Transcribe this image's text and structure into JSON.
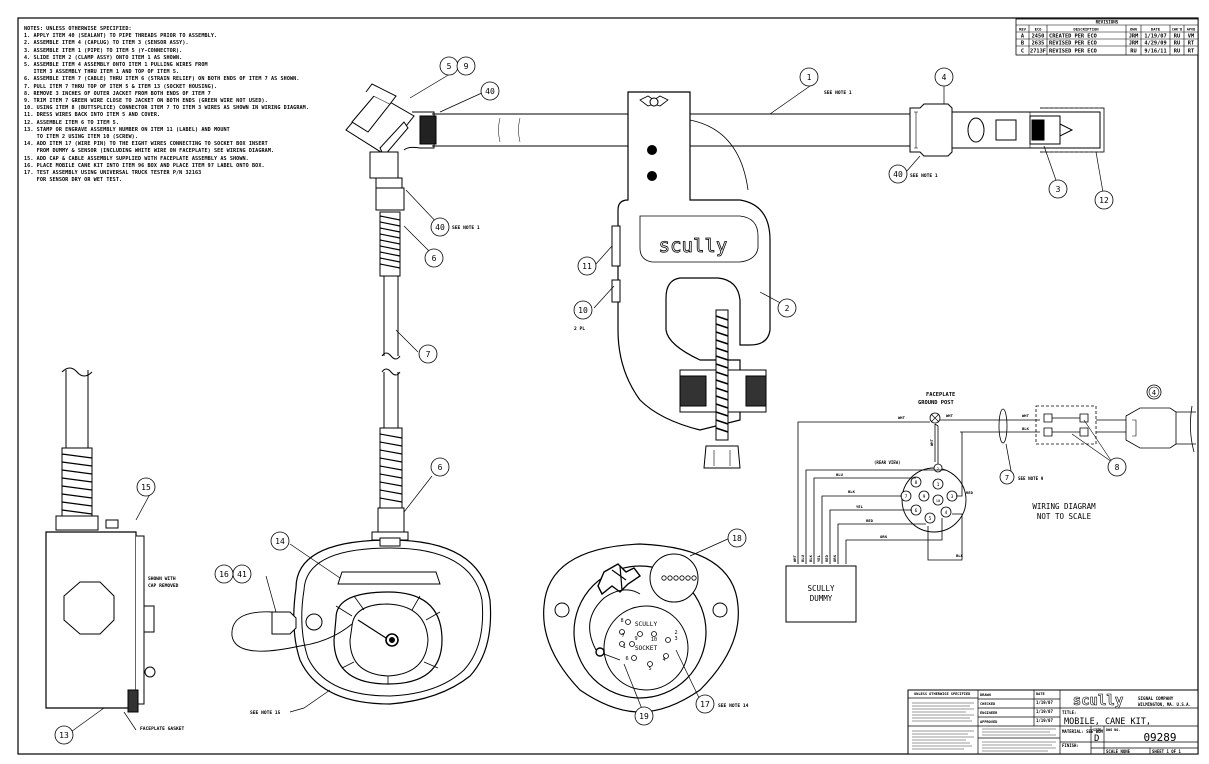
{
  "notes": {
    "header": "NOTES: UNLESS OTHERWISE SPECIFIED:",
    "items": [
      "1. APPLY ITEM 40 (SEALANT) TO PIPE THREADS PRIOR TO ASSEMBLY.",
      "2. ASSEMBLE ITEM 4 (CAPLUG) TO ITEM 3 (SENSOR ASSY).",
      "3. ASSEMBLE ITEM 1 (PIPE) TO ITEM 5 (Y-CONNECTOR).",
      "4. SLIDE ITEM 2 (CLAMP ASSY) ONTO ITEM 1 AS SHOWN.",
      "5. ASSEMBLE ITEM 4 ASSEMBLY ONTO ITEM 1 PULLING WIRES FROM\n   ITEM 3 ASSEMBLY THRU ITEM 1 AND TOP OF ITEM 5.",
      "6. ASSEMBLE ITEM 7 (CABLE) THRU ITEM 6 (STRAIN RELIEF) ON BOTH ENDS OF ITEM 7 AS SHOWN.",
      "7. PULL ITEM 7 THRU TOP OF ITEM 5 & ITEM 13 (SOCKET HOUSING).",
      "8. REMOVE 3 INCHES OF OUTER JACKET FROM BOTH ENDS OF ITEM 7",
      "9. TRIM ITEM 7 GREEN WIRE CLOSE TO JACKET ON BOTH ENDS (GREEN WIRE NOT USED).",
      "10. USING ITEM 8 (BUTTSPLICE) CONNECTOR ITEM 7 TO ITEM 3 WIRES AS SHOWN IN WIRING DIAGRAM.",
      "11. DRESS WIRES BACK INTO ITEM 5 AND COVER.",
      "12. ASSEMBLE ITEM 6 TO ITEM 5.",
      "13. STAMP OR ENGRAVE ASSEMBLY NUMBER ON ITEM 11 (LABEL) AND MOUNT\n    TO ITEM 2 USING ITEM 10 (SCREW).",
      "14. ADD ITEM 17 (WIRE PIN) TO THE EIGHT WIRES CONNECTING TO SOCKET BOX INSERT\n    FROM DUMMY & SENSOR (INCLUDING WHITE WIRE ON FACEPLATE) SEE WIRING DIAGRAM.",
      "15. ADD CAP & CABLE ASSEMBLY SUPPLIED WITH FACEPLATE ASSEMBLY AS SHOWN.",
      "16. PLACE MOBILE CANE KIT INTO ITEM 96 BOX AND PLACE ITEM 97 LABEL ONTO BOX.",
      "17. TEST ASSEMBLY USING UNIVERSAL TRUCK TESTER P/N 32163\n    FOR SENSOR DRY OR WET TEST."
    ]
  },
  "revisions": {
    "title": "REVISIONS",
    "headers": [
      "REV",
      "ECO",
      "DESCRIPTION",
      "DWN",
      "DATE",
      "CHK'D",
      "APVD"
    ],
    "rows": [
      [
        "A",
        "2450",
        "CREATED PER ECO",
        "JRM",
        "1/19/07",
        "RU",
        "VM"
      ],
      [
        "B",
        "2635",
        "REVISED PER ECO",
        "JRM",
        "4/29/09",
        "RU",
        "RT"
      ],
      [
        "C",
        "2713F",
        "REVISED PER ECO",
        "RU",
        "9/16/11",
        "RU",
        "RT"
      ]
    ]
  },
  "balloons": {
    "b1": "1",
    "b2": "2",
    "b3": "3",
    "b4": "4",
    "b4b": "4",
    "b5": "5",
    "b9": "9",
    "b40a": "40",
    "b40b": "40",
    "b40c": "40",
    "b6a": "6",
    "b6b": "6",
    "b7a": "7",
    "b7b": "7",
    "b8": "8",
    "b10": "10",
    "b11": "11",
    "b12": "12",
    "b13": "13",
    "b14": "14",
    "b15": "15",
    "b16": "16",
    "b41": "41",
    "b17": "17",
    "b18": "18",
    "b19": "19"
  },
  "callouts": {
    "see_note_1": "SEE NOTE 1",
    "see_note_1b": "SEE NOTE 1",
    "see_note_1c": "SEE NOTE 1",
    "two_pl": "2 PL",
    "see_note_15": "SEE NOTE 15",
    "see_note_14": "SEE NOTE 14",
    "see_note_9": "SEE NOTE 9",
    "shown_with": "SHOWN WITH",
    "cap_removed": "CAP REMOVED",
    "faceplate_gasket": "FACEPLATE GASKET"
  },
  "clamp_logo": "scully",
  "socket_label": {
    "line1": "SCULLY",
    "line2": "SOCKET"
  },
  "socket_pins": {
    "p1": "1",
    "p2": "2",
    "p3": "3",
    "p4": "4",
    "p5": "5",
    "p6": "6",
    "p7": "7",
    "p8": "8",
    "p9": "9",
    "p10": "10"
  },
  "wiring": {
    "faceplate1": "FACEPLATE",
    "faceplate2": "GROUND POST",
    "rear_view": "(REAR VIEW)",
    "title1": "WIRING DIAGRAM",
    "title2": "NOT TO SCALE",
    "dummy1": "SCULLY",
    "dummy2": "DUMMY",
    "w_wht1": "WHT",
    "w_wht2": "WHT",
    "w_wht3": "WHT",
    "w_wht4": "WHT",
    "w_blk1": "BLK",
    "w_blk2": "BLK",
    "w_blk3": "BLK",
    "w_blu": "BLU",
    "w_yel": "YEL",
    "w_red1": "RED",
    "w_red2": "RED",
    "w_orn": "ORN",
    "d_wht": "WHT",
    "d_blu": "BLU",
    "d_blk": "BLK",
    "d_yel": "YEL",
    "d_red": "RED",
    "d_orn": "ORN",
    "pins": {
      "p1": "1",
      "p2": "2",
      "p3": "3",
      "p4": "4",
      "p5": "5",
      "p6": "6",
      "p7": "7",
      "p8": "8",
      "p9": "9",
      "p10": "10"
    }
  },
  "title_block": {
    "company_logo": "scully",
    "company_name": "SIGNAL COMPANY",
    "company_city": "WILMINGTON, MA. U.S.A.",
    "title_label": "TITLE:",
    "title": "MOBILE, CANE KIT,",
    "material_label": "MATERIAL: SEE BOM",
    "finish_label": "FINISH:",
    "size_label": "SIZE",
    "size": "D",
    "dwg_label": "DWG NO.",
    "dwg_no": "09289",
    "scale": "SCALE NONE",
    "sheet": "SHEET 1 OF 1",
    "spec_header": "UNLESS OTHERWISE SPECIFIED",
    "drawn": "DRAWN",
    "checked": "CHECKED",
    "engineer": "ENGINEER",
    "approved": "APPROVED",
    "date_label": "DATE",
    "date1": "1/19/07",
    "date2": "1/19/07",
    "date3": "1/19/07"
  }
}
